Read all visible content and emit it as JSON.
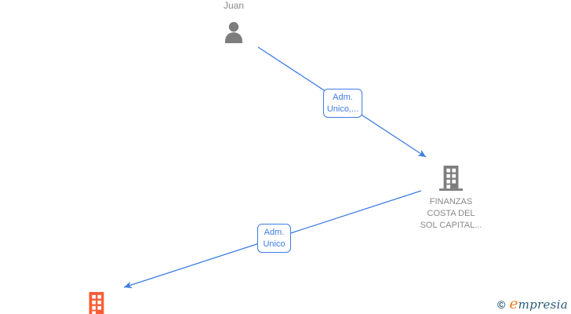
{
  "graph": {
    "person": {
      "name": "Juan"
    },
    "main_company": {
      "name_line1": "FINANZAS",
      "name_line2": "COSTA DEL",
      "name_line3": "SOL CAPITAL..."
    },
    "edge_person_to_company": {
      "role_line1": "Adm.",
      "role_line2": "Unico,..."
    },
    "edge_company_to_subsidiary": {
      "role_line1": "Adm.",
      "role_line2": "Unico"
    }
  },
  "watermark": {
    "copyright": "©",
    "brand_initial": "e",
    "brand_rest": "mpresia"
  },
  "colors": {
    "edge_blue": "#3d7ce4",
    "icon_gray": "#7d7d7d",
    "icon_orange": "#fa5c35",
    "label_gray": "#8a8a8a",
    "watermark_navy": "#2a5a78",
    "watermark_orange": "#ef8326"
  }
}
